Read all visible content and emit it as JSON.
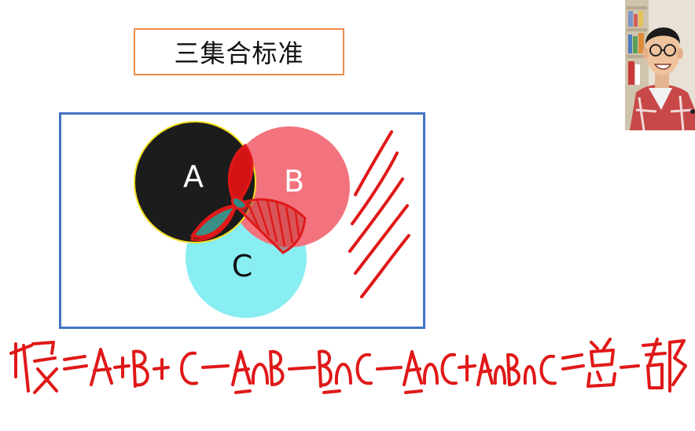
{
  "title": "三集合标准",
  "venn": {
    "sets": [
      {
        "label": "A",
        "color": "#1c1c1c",
        "label_color": "#ffffff"
      },
      {
        "label": "B",
        "color": "#f2737e",
        "label_color": "#ffffff"
      },
      {
        "label": "C",
        "color": "#88eef2",
        "label_color": "#111111"
      }
    ],
    "frame_color": "#4472c4",
    "ink_color": "#e01818"
  },
  "webcam": {
    "description": "presenter"
  }
}
